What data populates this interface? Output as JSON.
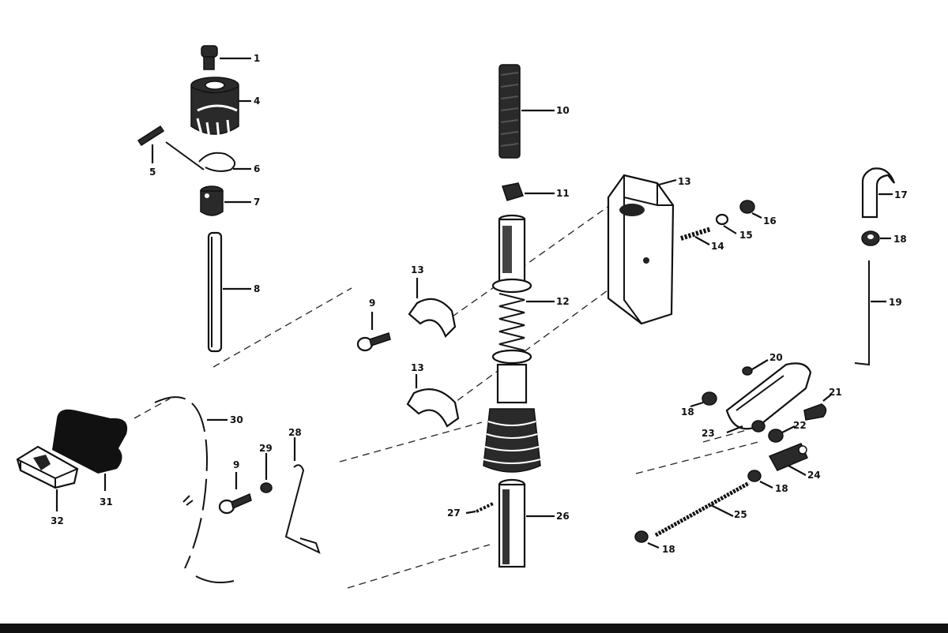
{
  "diagram": {
    "labels": [
      {
        "text": "1"
      },
      {
        "text": "4"
      },
      {
        "text": "5"
      },
      {
        "text": "6"
      },
      {
        "text": "7"
      },
      {
        "text": "8"
      },
      {
        "text": "9"
      },
      {
        "text": "10"
      },
      {
        "text": "11"
      },
      {
        "text": "12"
      },
      {
        "text": "13"
      },
      {
        "text": "13"
      },
      {
        "text": "13"
      },
      {
        "text": "14"
      },
      {
        "text": "15"
      },
      {
        "text": "16"
      },
      {
        "text": "17"
      },
      {
        "text": "18"
      },
      {
        "text": "19"
      },
      {
        "text": "20"
      },
      {
        "text": "18"
      },
      {
        "text": "21"
      },
      {
        "text": "22"
      },
      {
        "text": "23"
      },
      {
        "text": "24"
      },
      {
        "text": "18"
      },
      {
        "text": "25"
      },
      {
        "text": "18"
      },
      {
        "text": "26"
      },
      {
        "text": "27"
      },
      {
        "text": "28"
      },
      {
        "text": "29"
      },
      {
        "text": "9"
      },
      {
        "text": "30"
      },
      {
        "text": "31"
      },
      {
        "text": "32"
      }
    ]
  }
}
